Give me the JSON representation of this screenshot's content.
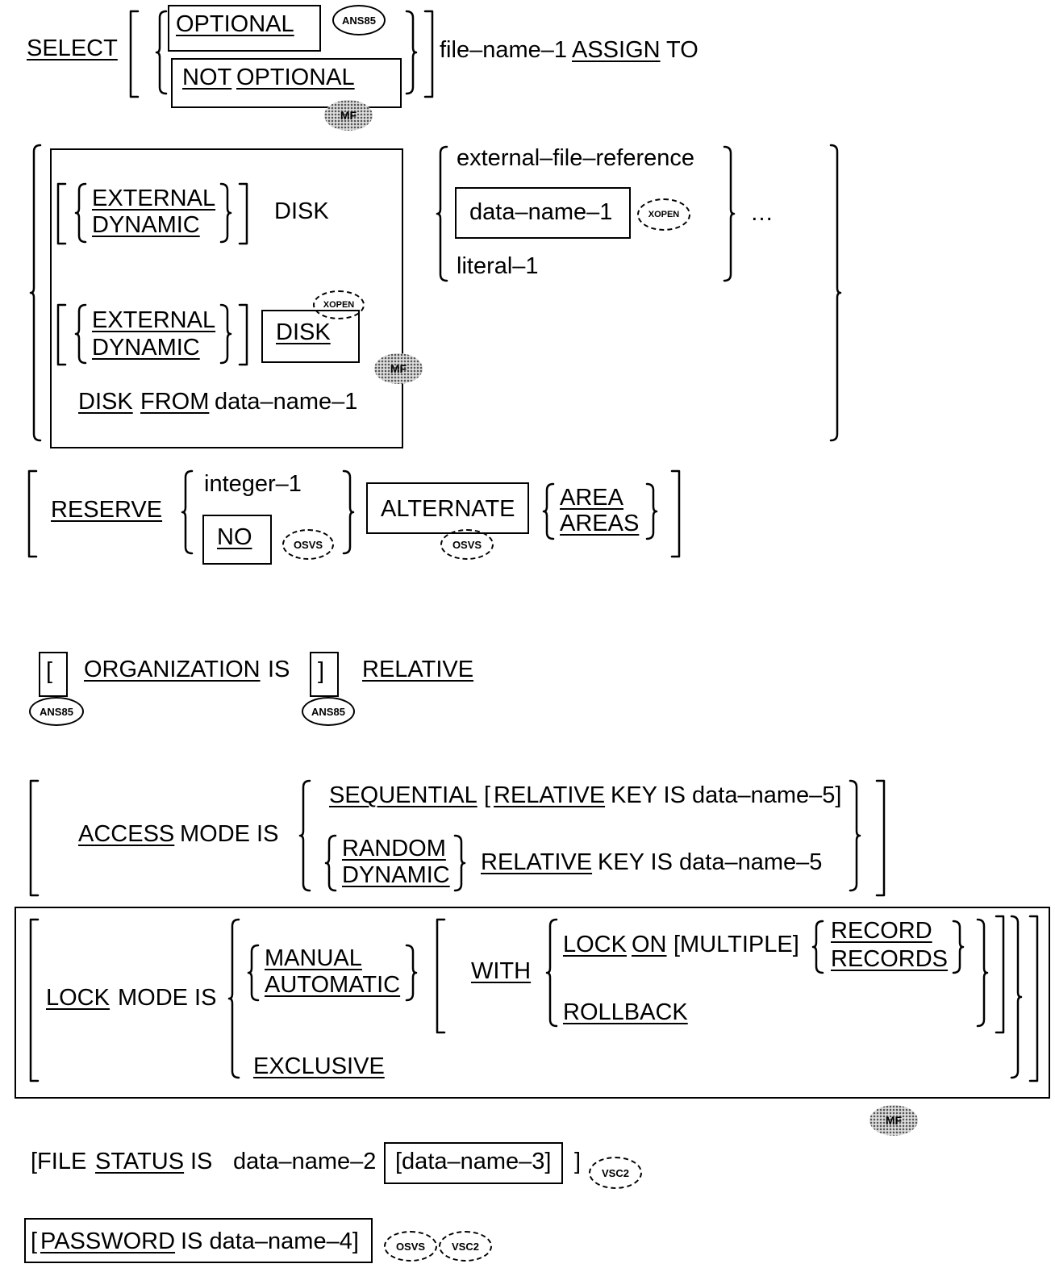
{
  "kw": {
    "select": "SELECT",
    "optional": "OPTIONAL",
    "not": "NOT",
    "optional2": "OPTIONAL",
    "file_name_1": "file–name–1",
    "assign": "ASSIGN",
    "to": "TO",
    "external_file_reference": "external–file–reference",
    "data_name_1": "data–name–1",
    "literal_1": "literal–1",
    "ellipsis": "…",
    "external": "EXTERNAL",
    "dynamic": "DYNAMIC",
    "disk": "DISK",
    "disk_from_disk": "DISK",
    "disk_from_from": "FROM",
    "disk_from_dn": "data–name–1",
    "reserve": "RESERVE",
    "integer_1": "integer–1",
    "no": "NO",
    "alternate": "ALTERNATE",
    "area": "AREA",
    "areas": "AREAS",
    "lbr": "[",
    "rbr": "]",
    "organization": "ORGANIZATION",
    "is": "IS",
    "relative": "RELATIVE",
    "access": "ACCESS",
    "mode_is": "MODE IS",
    "sequential": "SEQUENTIAL",
    "seq_lbr": "[",
    "relative_kw": "RELATIVE",
    "key_is_5b": "KEY IS data–name–5]",
    "random": "RANDOM",
    "dynamic2": "DYNAMIC",
    "relative_kw2": "RELATIVE",
    "key_is_5": "KEY IS data–name–5",
    "lock": "LOCK",
    "lock_mode_is": "MODE IS",
    "manual": "MANUAL",
    "automatic": "AUTOMATIC",
    "with": "WITH",
    "lock_kw": "LOCK",
    "on": "ON",
    "multiple": "[MULTIPLE]",
    "record": "RECORD",
    "records": "RECORDS",
    "rollback": "ROLLBACK",
    "exclusive": "EXCLUSIVE",
    "file_lbr": "[FILE",
    "status": "STATUS",
    "status_is": "IS",
    "data_name_2": "data–name–2",
    "data_name_3": "[data–name–3]",
    "file_rbr": "]",
    "pw_lbr": "[",
    "password": "PASSWORD",
    "pw_rest": "IS data–name–4]"
  },
  "tags": {
    "ans85": "ANS85",
    "mf": "MF",
    "xopen": "XOPEN",
    "osvs": "OSVS",
    "vsc2": "VSC2"
  }
}
